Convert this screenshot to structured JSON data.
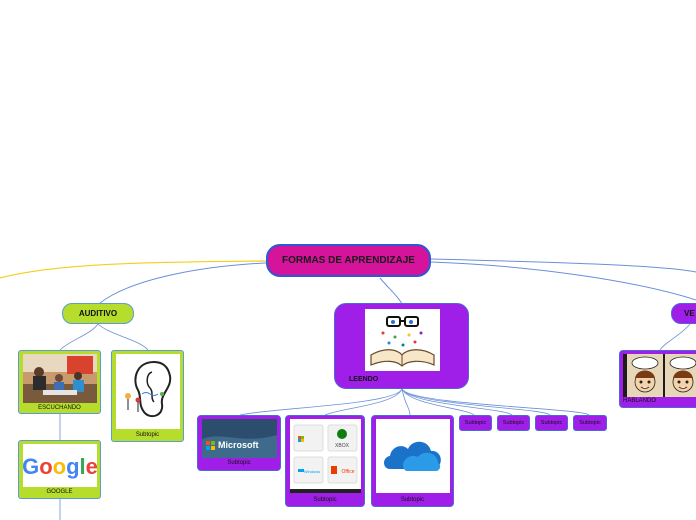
{
  "central": {
    "title": "FORMAS DE APRENDIZAJE"
  },
  "branches": {
    "auditivo": {
      "label": "AUDITIVO"
    },
    "leendo": {
      "label": "LEENDO"
    },
    "visual": {
      "label": "VE"
    }
  },
  "auditivo_children": {
    "escuchando": "ESCUCHANDO",
    "subtopic": "Subtopic",
    "google": "GOOGLE",
    "google_logo": "Google"
  },
  "leendo_children": {
    "microsoft": "Subtopic",
    "microsoft_logo": "Microsoft",
    "office_apps": "Subtopic",
    "onedrive": "Subtopic",
    "tags": [
      "Subtopic",
      "Subtopic",
      "Subtopic",
      "Subtopic"
    ]
  },
  "visual_children": {
    "hablando": "HABLANDO"
  },
  "colors": {
    "central": "#d5139b",
    "green": "#b6dc2c",
    "purple": "#a01fe8",
    "line_blue": "#6a8fd8",
    "line_yellow": "#f2cf1a"
  },
  "icons": [
    "book-glasses-illustration",
    "ear-illustration",
    "cartoon-kids-illustration",
    "onedrive-cloud-icon",
    "classroom-photo"
  ]
}
